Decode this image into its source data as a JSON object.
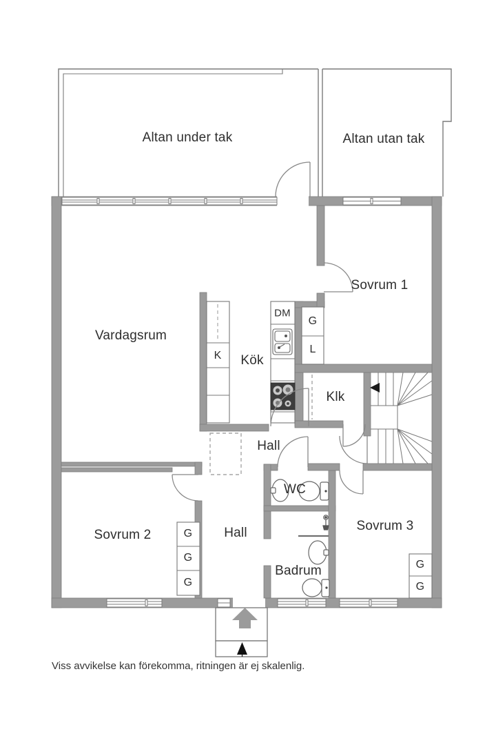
{
  "rooms": {
    "altan_under_tak": "Altan under tak",
    "altan_utan_tak": "Altan utan tak",
    "vardagsrum": "Vardagsrum",
    "sovrum_1": "Sovrum 1",
    "kok": "Kök",
    "klk": "Klk",
    "hall_upper": "Hall",
    "wc": "WC",
    "sovrum_2": "Sovrum 2",
    "hall_lower": "Hall",
    "badrum": "Badrum",
    "sovrum_3": "Sovrum 3"
  },
  "cabinets": {
    "dm": "DM",
    "g": "G",
    "l": "L",
    "k": "K",
    "sovrum2_g": [
      "G",
      "G",
      "G"
    ],
    "sovrum3_g": [
      "G",
      "G"
    ]
  },
  "footer": {
    "note": "Viss avvikelse kan förekomma, ritningen är ej skalenlig."
  },
  "icons": {
    "entrance_arrow": "up-arrow",
    "stairs_direction_arrow": "left-arrow",
    "doors": "quarter-arc-swing"
  },
  "colors": {
    "wall": "#9b9b9b",
    "line": "#7b7b7b",
    "text": "#2e2e2e",
    "fixture_dark": "#3d3d3d"
  }
}
